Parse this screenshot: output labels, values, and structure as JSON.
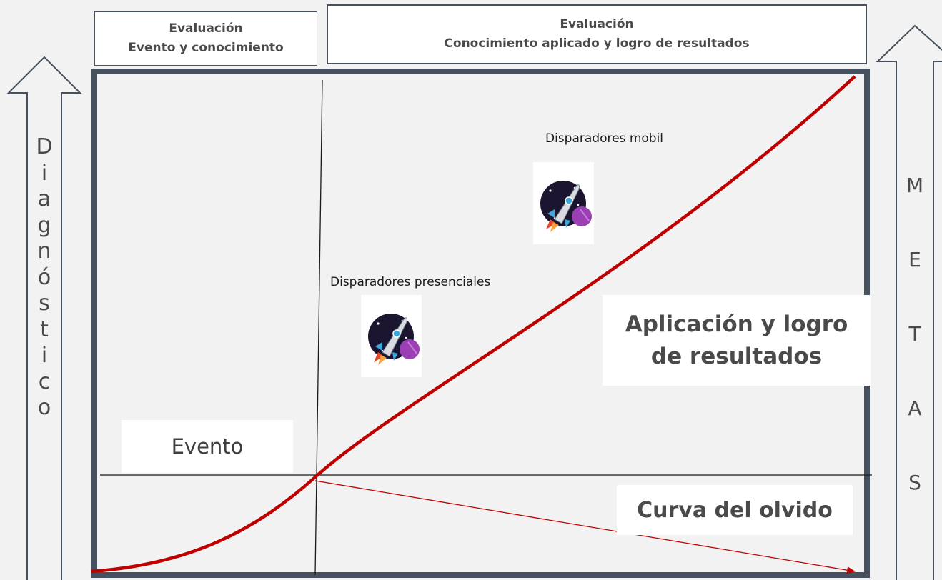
{
  "header_left": {
    "line1": "Evaluación",
    "line2": "Evento y conocimiento"
  },
  "header_right": {
    "line1": "Evaluación",
    "line2": "Conocimiento aplicado y logro de resultados"
  },
  "left_arrow": {
    "letters": [
      "D",
      "i",
      "a",
      "g",
      "n",
      "ó",
      "s",
      "t",
      "i",
      "c",
      "o"
    ]
  },
  "right_arrow": {
    "letters": [
      "M",
      "E",
      "T",
      "A",
      "S"
    ]
  },
  "triggers": {
    "mobile": "Disparadores mobil",
    "in_person": "Disparadores presenciales"
  },
  "callouts": {
    "event": "Evento",
    "application_line1": "Aplicación y logro",
    "application_line2": "de resultados",
    "forgetting_curve": "Curva del olvido"
  },
  "icons": {
    "rocket": "rocket-icon"
  },
  "colors": {
    "frame": "#46505e",
    "curve": "#c00000",
    "text": "#4a4a4a"
  }
}
